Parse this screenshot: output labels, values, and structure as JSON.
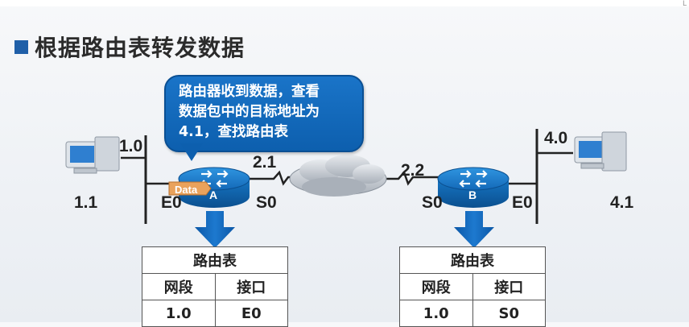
{
  "slide": {
    "title": "根据路由表转发数据",
    "callout": {
      "line1": "路由器收到数据，查看",
      "line2": "数据包中的目标地址为",
      "line3": "4.1，查找路由表"
    }
  },
  "network_left": {
    "label": "1.0",
    "host_label": "1.1"
  },
  "network_right": {
    "label": "4.0",
    "host_label": "4.1"
  },
  "router_a": {
    "name": "A",
    "packet_label": "Data",
    "interface_e0": "E0",
    "interface_s0": "S0",
    "serial_address": "2.1"
  },
  "router_b": {
    "name": "B",
    "interface_e0": "E0",
    "interface_s0": "S0",
    "serial_address": "2.2"
  },
  "routing_table_a": {
    "title": "路由表",
    "headers": [
      "网段",
      "接口"
    ],
    "rows": [
      [
        "1.0",
        "E0"
      ]
    ]
  },
  "routing_table_b": {
    "title": "路由表",
    "headers": [
      "网段",
      "接口"
    ],
    "rows": [
      [
        "1.0",
        "S0"
      ]
    ]
  },
  "colors": {
    "accent": "#1f5fa8",
    "callout": "#0d5fae",
    "router": "#1a7fd1",
    "arrow": "#0f63b8",
    "packet": "#e9a25c"
  }
}
